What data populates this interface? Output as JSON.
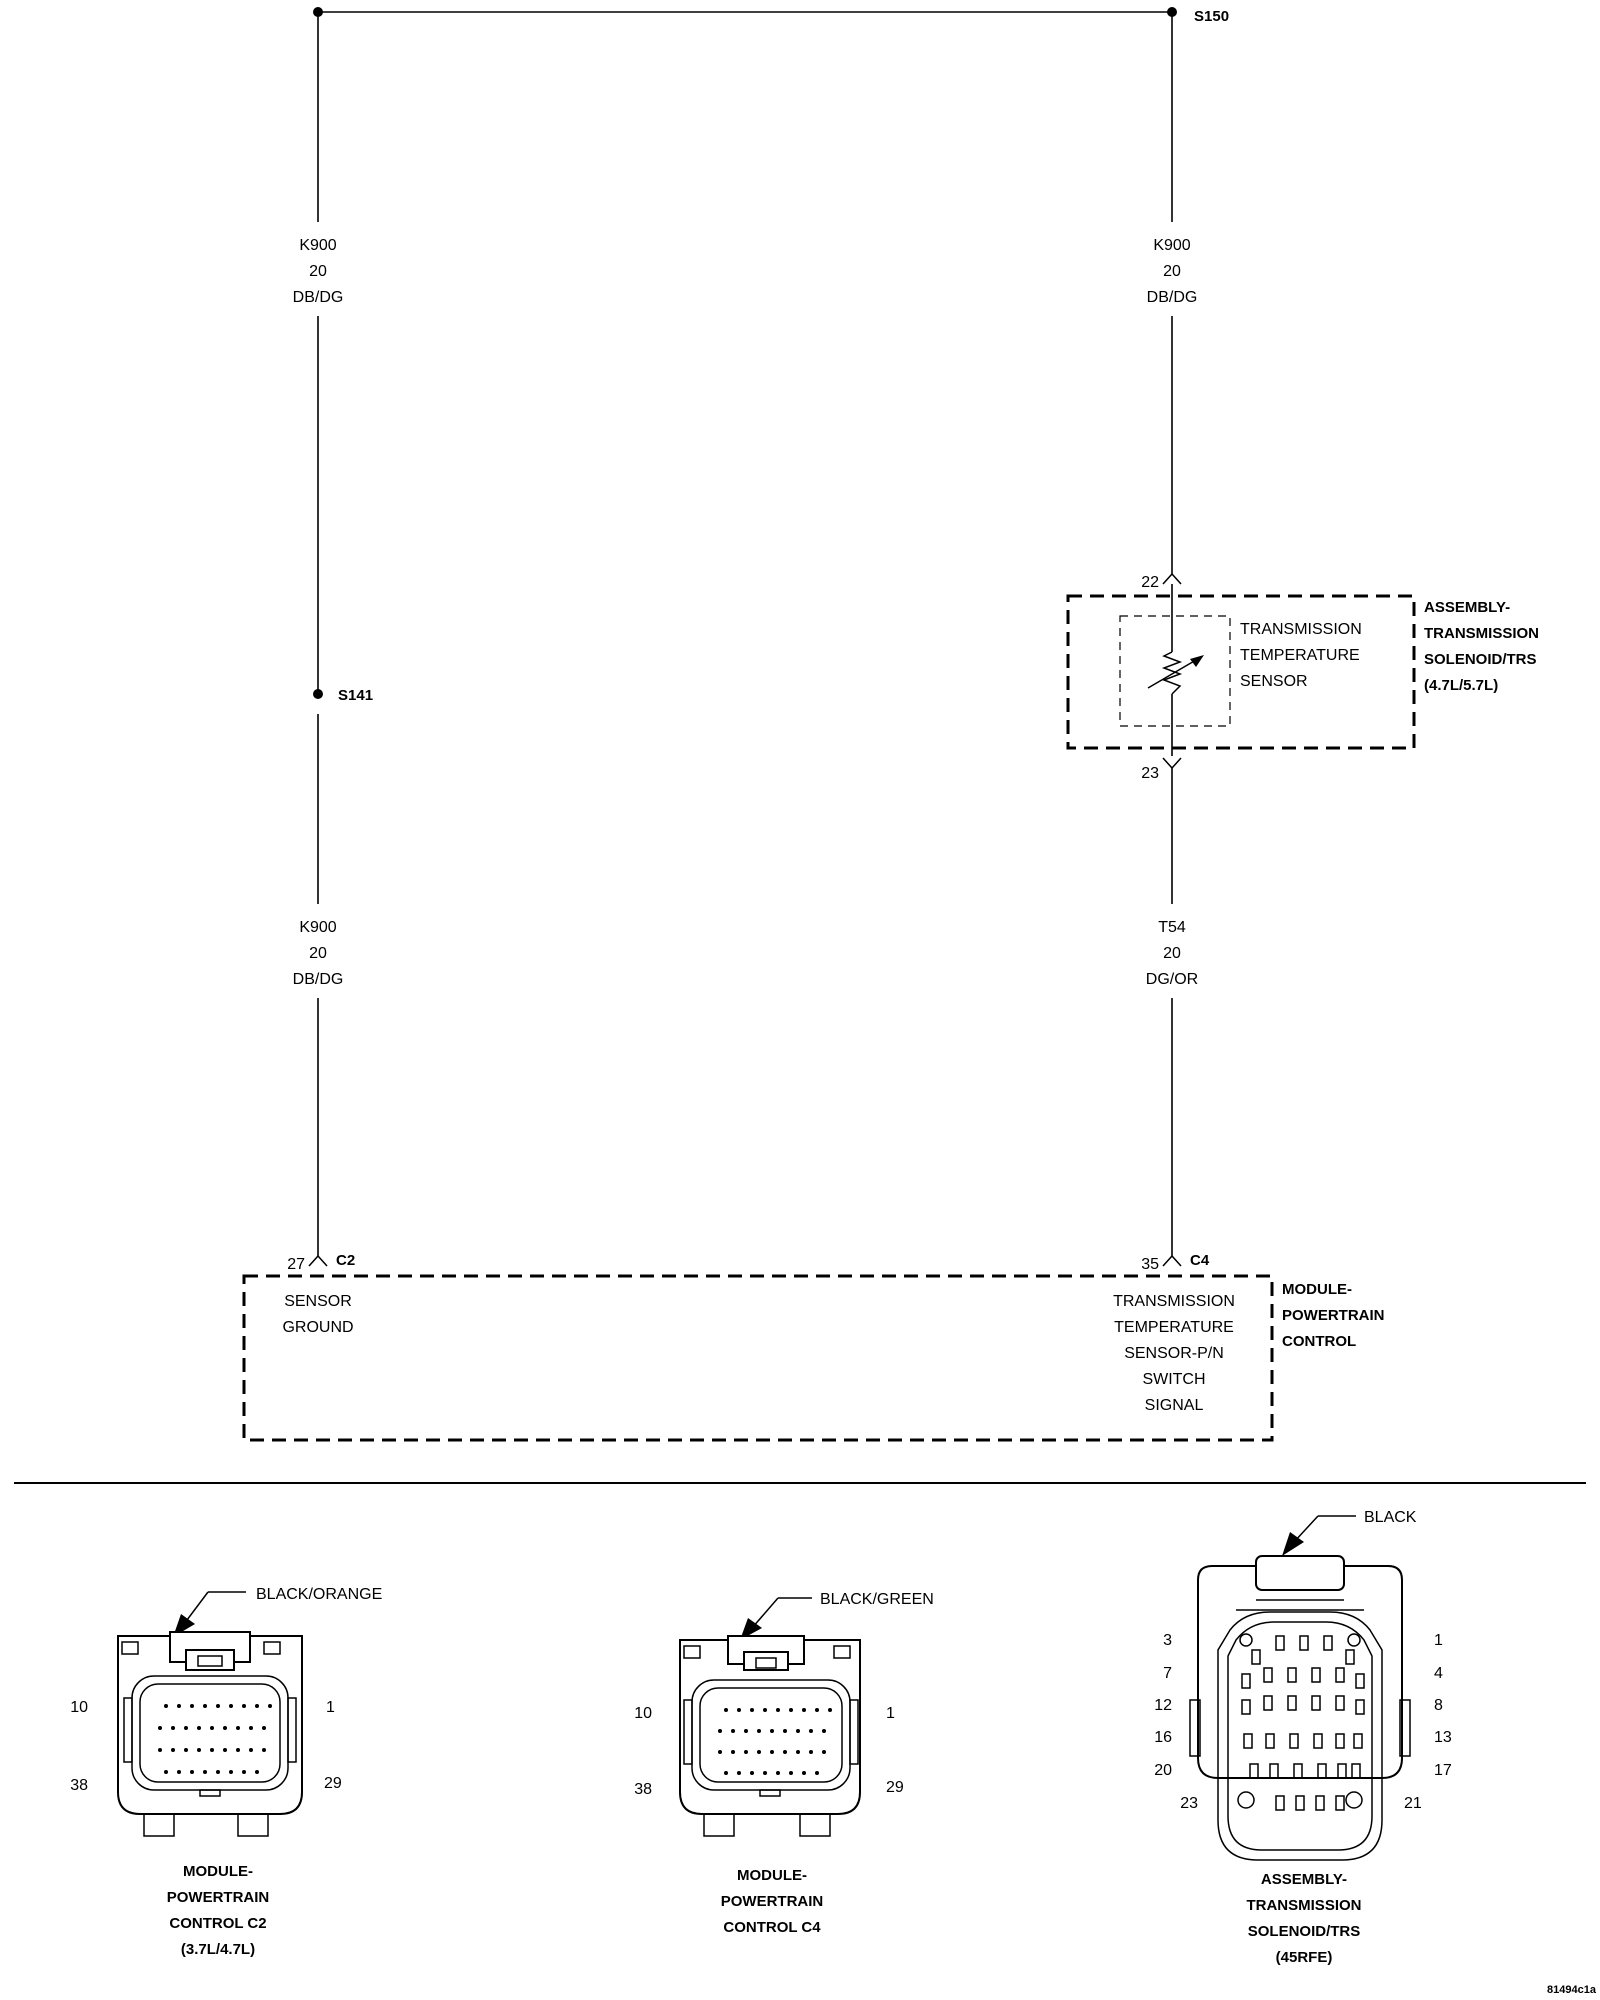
{
  "splices": {
    "top": "S150",
    "left": "S141"
  },
  "wires": {
    "left_top": {
      "id": "K900",
      "gauge": "20",
      "color": "DB/DG"
    },
    "right_top": {
      "id": "K900",
      "gauge": "20",
      "color": "DB/DG"
    },
    "left_bottom": {
      "id": "K900",
      "gauge": "20",
      "color": "DB/DG"
    },
    "right_bottom": {
      "id": "T54",
      "gauge": "20",
      "color": "DG/OR"
    }
  },
  "sensor": {
    "pin_top": "22",
    "pin_bottom": "23",
    "label_lines": [
      "TRANSMISSION",
      "TEMPERATURE",
      "SENSOR"
    ],
    "assembly_lines": [
      "ASSEMBLY-",
      "TRANSMISSION",
      "SOLENOID/TRS",
      "(4.7L/5.7L)"
    ]
  },
  "pcm": {
    "left_pin": "27",
    "left_connector": "C2",
    "right_pin": "35",
    "right_connector": "C4",
    "left_label_lines": [
      "SENSOR",
      "GROUND"
    ],
    "right_label_lines": [
      "TRANSMISSION",
      "TEMPERATURE",
      "SENSOR-P/N",
      "SWITCH",
      "SIGNAL"
    ],
    "module_lines": [
      "MODULE-",
      "POWERTRAIN",
      "CONTROL"
    ]
  },
  "connector_views": [
    {
      "color": "BLACK/ORANGE",
      "pins": {
        "top_left": "10",
        "top_right": "1",
        "bottom_left": "38",
        "bottom_right": "29"
      },
      "caption_lines": [
        "MODULE-",
        "POWERTRAIN",
        "CONTROL C2",
        "(3.7L/4.7L)"
      ]
    },
    {
      "color": "BLACK/GREEN",
      "pins": {
        "top_left": "10",
        "top_right": "1",
        "bottom_left": "38",
        "bottom_right": "29"
      },
      "caption_lines": [
        "MODULE-",
        "POWERTRAIN",
        "CONTROL C4"
      ]
    },
    {
      "color": "BLACK",
      "pins": {
        "left": [
          "3",
          "7",
          "12",
          "16",
          "20",
          "23"
        ],
        "right": [
          "1",
          "4",
          "8",
          "13",
          "17",
          "21"
        ]
      },
      "caption_lines": [
        "ASSEMBLY-",
        "TRANSMISSION",
        "SOLENOID/TRS",
        "(45RFE)"
      ]
    }
  ],
  "figure_id": "81494c1a"
}
